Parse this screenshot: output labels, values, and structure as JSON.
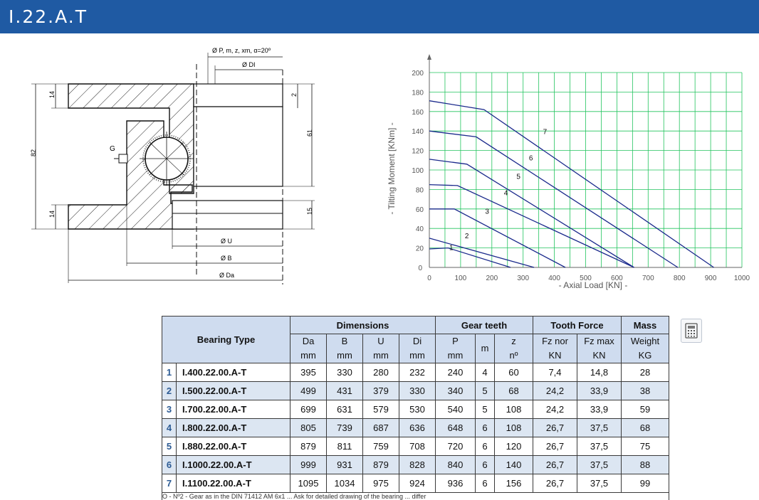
{
  "header": {
    "title": "I.22.A.T"
  },
  "drawing": {
    "labels": {
      "p": "Ø P, m, z, xm, α=20º",
      "di": "Ø DI",
      "u": "Ø U",
      "b": "Ø B",
      "da": "Ø Da",
      "g": "G",
      "d14a": "14",
      "d14b": "14",
      "d82": "82",
      "d2": "2",
      "d61": "61",
      "d15": "15"
    }
  },
  "chart_data": {
    "type": "line",
    "xlabel": "- Axial Load [KN] -",
    "ylabel": "- Tilting Moment [KNm] -",
    "xlim": [
      0,
      1000
    ],
    "ylim": [
      0,
      200
    ],
    "xticks": [
      0,
      100,
      200,
      300,
      400,
      500,
      600,
      700,
      800,
      900,
      1000
    ],
    "yticks": [
      20,
      40,
      60,
      80,
      100,
      120,
      140,
      160,
      180,
      200
    ],
    "grid": true,
    "series": [
      {
        "name": "1",
        "points": [
          [
            0,
            19
          ],
          [
            60,
            20
          ],
          [
            260,
            0
          ]
        ]
      },
      {
        "name": "2",
        "points": [
          [
            0,
            30
          ],
          [
            335,
            0
          ]
        ]
      },
      {
        "name": "3",
        "points": [
          [
            0,
            60
          ],
          [
            80,
            60
          ],
          [
            435,
            0
          ]
        ]
      },
      {
        "name": "4",
        "points": [
          [
            0,
            85
          ],
          [
            90,
            84
          ],
          [
            655,
            0
          ]
        ]
      },
      {
        "name": "5",
        "points": [
          [
            0,
            111
          ],
          [
            120,
            106
          ],
          [
            655,
            0
          ]
        ]
      },
      {
        "name": "6",
        "points": [
          [
            0,
            140
          ],
          [
            150,
            134
          ],
          [
            795,
            0
          ]
        ]
      },
      {
        "name": "7",
        "points": [
          [
            0,
            171
          ],
          [
            175,
            162
          ],
          [
            910,
            0
          ]
        ]
      }
    ],
    "curve_labels": [
      {
        "text": "1",
        "x": 70,
        "y": 18
      },
      {
        "text": "2",
        "x": 120,
        "y": 30
      },
      {
        "text": "3",
        "x": 185,
        "y": 55
      },
      {
        "text": "4",
        "x": 245,
        "y": 74
      },
      {
        "text": "5",
        "x": 285,
        "y": 91
      },
      {
        "text": "6",
        "x": 325,
        "y": 110
      },
      {
        "text": "7",
        "x": 370,
        "y": 137
      }
    ]
  },
  "table": {
    "headers": {
      "bearing_type": "Bearing Type",
      "dimensions": "Dimensions",
      "gear_teeth": "Gear teeth",
      "tooth_force": "Tooth Force",
      "mass": "Mass"
    },
    "units": {
      "da": [
        "Da",
        "mm"
      ],
      "b": [
        "B",
        "mm"
      ],
      "u": [
        "U",
        "mm"
      ],
      "di": [
        "Di",
        "mm"
      ],
      "p": [
        "P",
        "mm"
      ],
      "m": "m",
      "z": [
        "z",
        "nº"
      ],
      "fznor": [
        "Fz nor",
        "KN"
      ],
      "fzmax": [
        "Fz max",
        "KN"
      ],
      "weight": [
        "Weight",
        "KG"
      ]
    },
    "rows": [
      [
        "1",
        "I.400.22.00.A-T",
        "395",
        "330",
        "280",
        "232",
        "240",
        "4",
        "60",
        "7,4",
        "14,8",
        "28"
      ],
      [
        "2",
        "I.500.22.00.A-T",
        "499",
        "431",
        "379",
        "330",
        "340",
        "5",
        "68",
        "24,2",
        "33,9",
        "38"
      ],
      [
        "3",
        "I.700.22.00.A-T",
        "699",
        "631",
        "579",
        "530",
        "540",
        "5",
        "108",
        "24,2",
        "33,9",
        "59"
      ],
      [
        "4",
        "I.800.22.00.A-T",
        "805",
        "739",
        "687",
        "636",
        "648",
        "6",
        "108",
        "26,7",
        "37,5",
        "68"
      ],
      [
        "5",
        "I.880.22.00.A-T",
        "879",
        "811",
        "759",
        "708",
        "720",
        "6",
        "120",
        "26,7",
        "37,5",
        "75"
      ],
      [
        "6",
        "I.1000.22.00.A-T",
        "999",
        "931",
        "879",
        "828",
        "840",
        "6",
        "140",
        "26,7",
        "37,5",
        "88"
      ],
      [
        "7",
        "I.1100.22.00.A-T",
        "1095",
        "1034",
        "975",
        "924",
        "936",
        "6",
        "156",
        "26,7",
        "37,5",
        "99"
      ]
    ],
    "note": "O - Nº2 - Gear as in the DIN 71412 AM 6x1 ... Ask for detailed drawing of the bearing ... differ"
  },
  "calculator": {
    "icon": "calculator-icon"
  }
}
